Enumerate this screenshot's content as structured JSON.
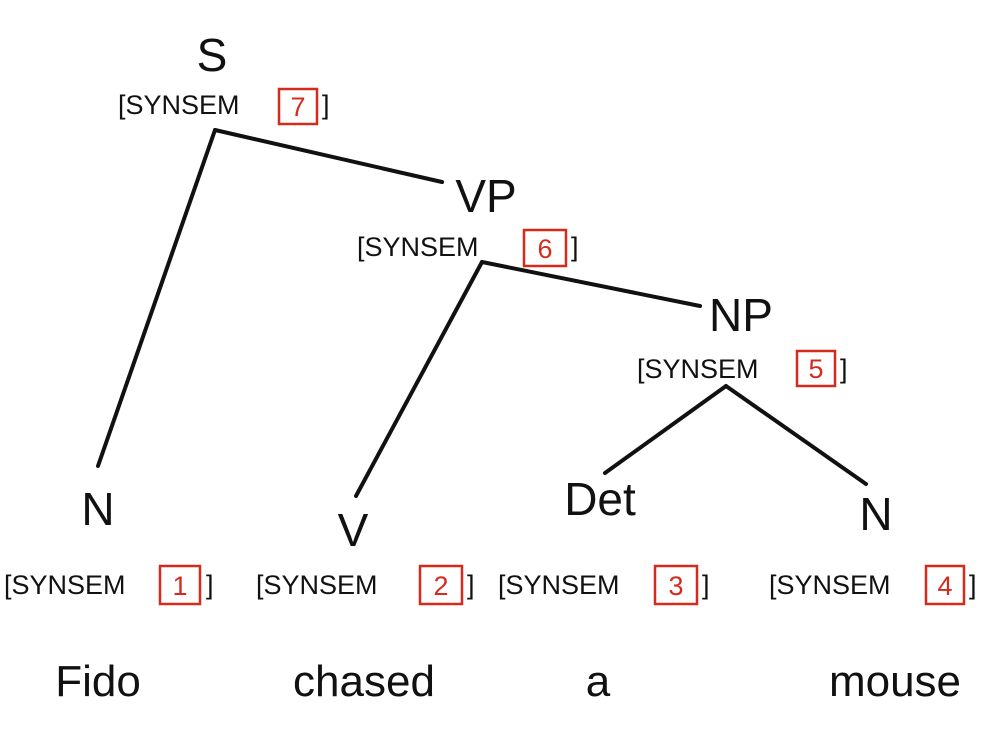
{
  "tag_color": "#d42b1e",
  "line_color": "#111111",
  "nodes": {
    "s": {
      "label": "S",
      "feature": "[SYNSEM",
      "tag": "7",
      "close": "]"
    },
    "vp": {
      "label": "VP",
      "feature": "[SYNSEM",
      "tag": "6",
      "close": "]"
    },
    "np": {
      "label": "NP",
      "feature": "[SYNSEM",
      "tag": "5",
      "close": "]"
    },
    "n1": {
      "label": "N",
      "feature": "[SYNSEM",
      "tag": "1",
      "close": "]"
    },
    "v": {
      "label": "V",
      "feature": "[SYNSEM",
      "tag": "2",
      "close": "]"
    },
    "det": {
      "label": "Det",
      "feature": "[SYNSEM",
      "tag": "3",
      "close": "]"
    },
    "n2": {
      "label": "N",
      "feature": "[SYNSEM",
      "tag": "4",
      "close": "]"
    }
  },
  "words": [
    "Fido",
    "chased",
    "a",
    "mouse"
  ]
}
